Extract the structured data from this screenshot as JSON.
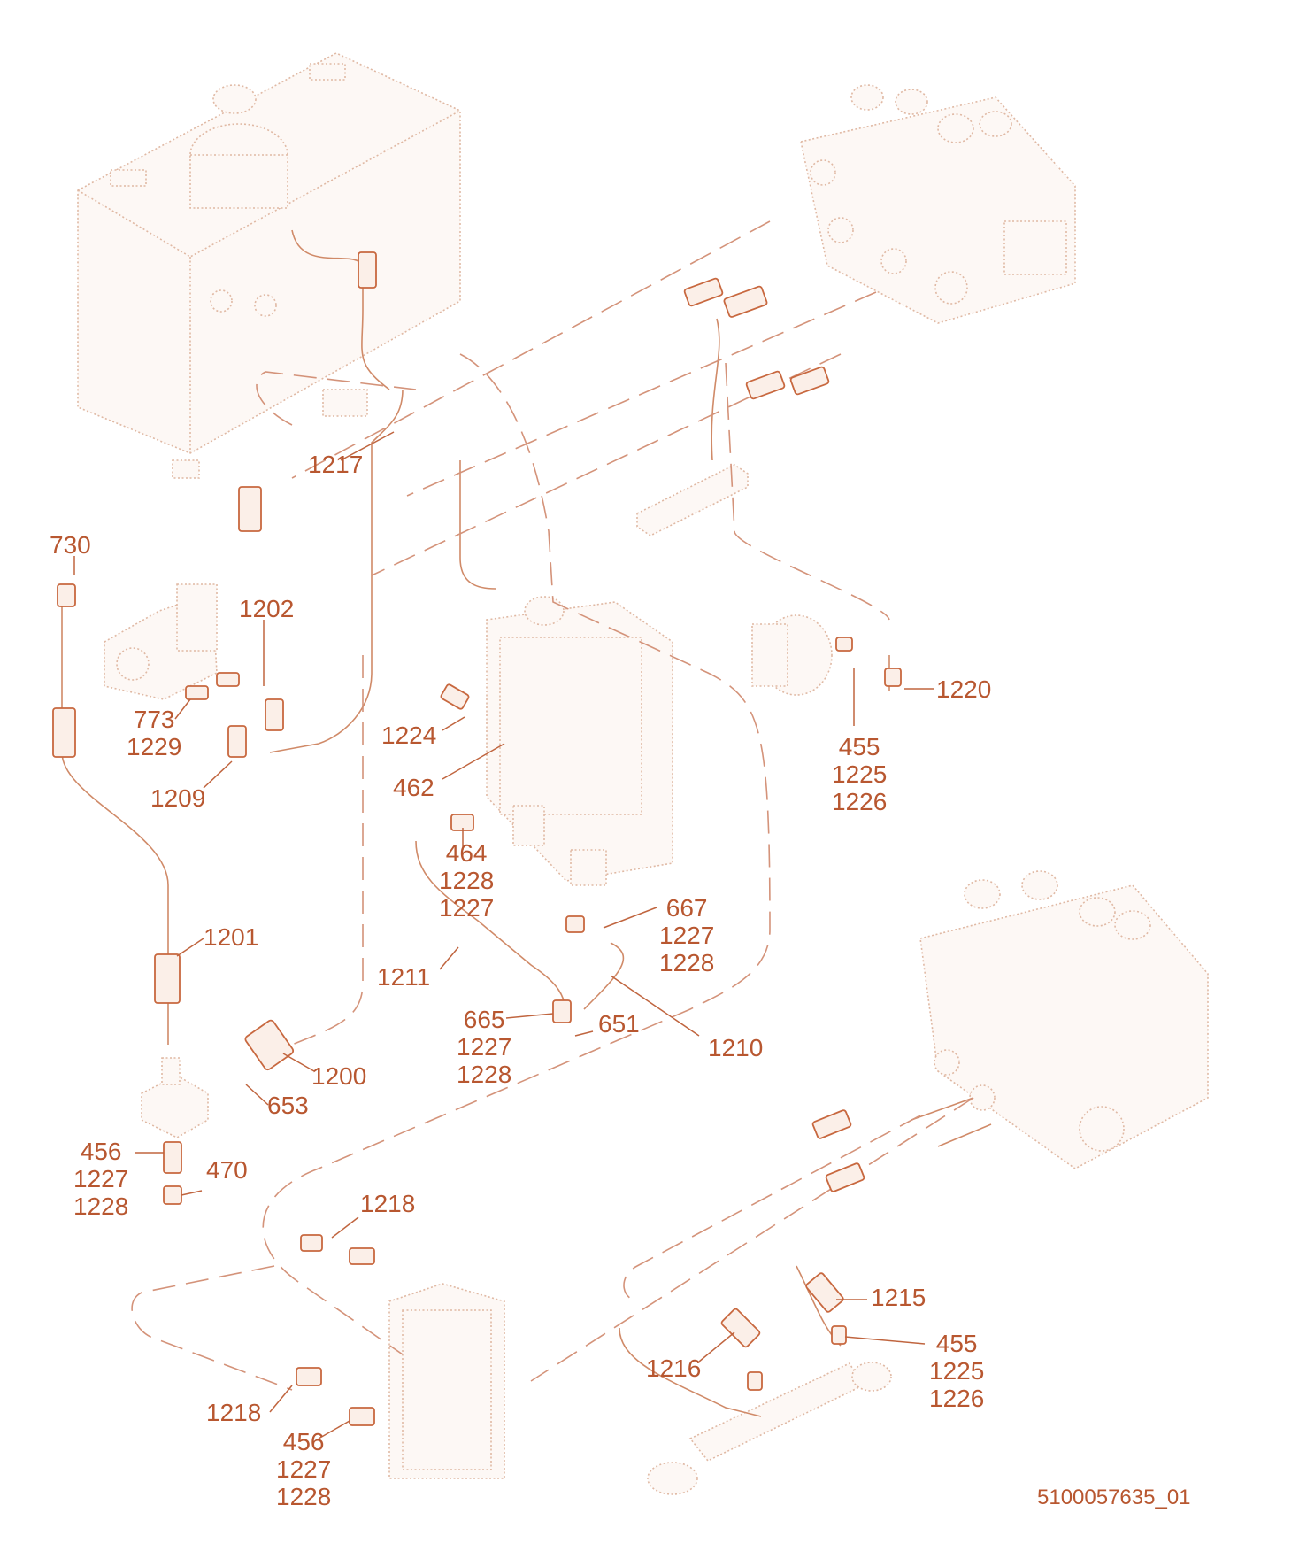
{
  "diagram": {
    "drawing_number": "5100057635_01",
    "callouts": [
      {
        "id": "c730",
        "text": "730"
      },
      {
        "id": "c1202",
        "text": "1202"
      },
      {
        "id": "c773",
        "text": "773\n1229"
      },
      {
        "id": "c1209",
        "text": "1209"
      },
      {
        "id": "c1217",
        "text": "1217"
      },
      {
        "id": "c1220",
        "text": "1220"
      },
      {
        "id": "c455a",
        "text": "455\n1225\n1226"
      },
      {
        "id": "c1224",
        "text": "1224"
      },
      {
        "id": "c462",
        "text": "462"
      },
      {
        "id": "c464",
        "text": "464\n1228\n1227"
      },
      {
        "id": "c1201",
        "text": "1201"
      },
      {
        "id": "c667",
        "text": "667\n1227\n1228"
      },
      {
        "id": "c1211",
        "text": "1211"
      },
      {
        "id": "c665",
        "text": "665\n1227\n1228"
      },
      {
        "id": "c651",
        "text": "651"
      },
      {
        "id": "c1210",
        "text": "1210"
      },
      {
        "id": "c1200",
        "text": "1200"
      },
      {
        "id": "c653",
        "text": "653"
      },
      {
        "id": "c456a",
        "text": "456\n1227\n1228"
      },
      {
        "id": "c470",
        "text": "470"
      },
      {
        "id": "c1218a",
        "text": "1218"
      },
      {
        "id": "c1215",
        "text": "1215"
      },
      {
        "id": "c455b",
        "text": "455\n1225\n1226"
      },
      {
        "id": "c1216",
        "text": "1216"
      },
      {
        "id": "c1218b",
        "text": "1218"
      },
      {
        "id": "c456b",
        "text": "456\n1227\n1228"
      }
    ]
  },
  "colors": {
    "callout_text": "#b85730",
    "leader_line": "#c0653f",
    "part_outline": "#e0b9a4",
    "hose_line": "#d08a68"
  }
}
